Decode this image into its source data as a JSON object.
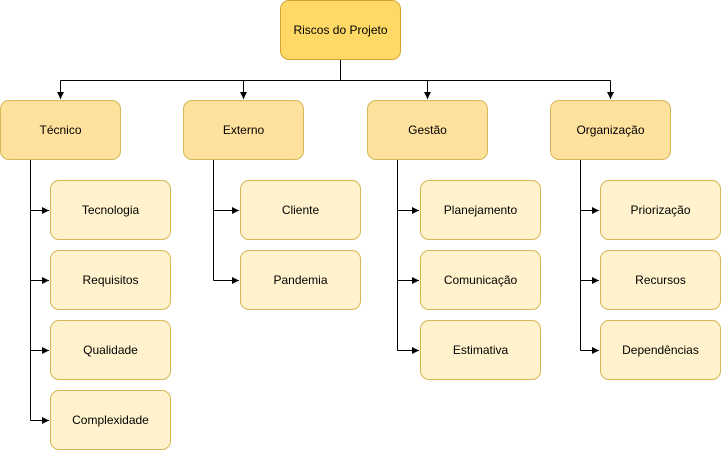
{
  "colors": {
    "root_fill": "#ffd966",
    "category_fill": "#ffe19e",
    "leaf_fill": "#fff2cc",
    "border": "#d6b656",
    "connector": "#000000"
  },
  "root": {
    "label": "Riscos do Projeto"
  },
  "categories": [
    {
      "label": "Técnico",
      "children": [
        "Tecnologia",
        "Requisitos",
        "Qualidade",
        "Complexidade"
      ]
    },
    {
      "label": "Externo",
      "children": [
        "Cliente",
        "Pandemia"
      ]
    },
    {
      "label": "Gestão",
      "children": [
        "Planejamento",
        "Comunicação",
        "Estimativa"
      ]
    },
    {
      "label": "Organização",
      "children": [
        "Priorização",
        "Recursos",
        "Dependências"
      ]
    }
  ]
}
